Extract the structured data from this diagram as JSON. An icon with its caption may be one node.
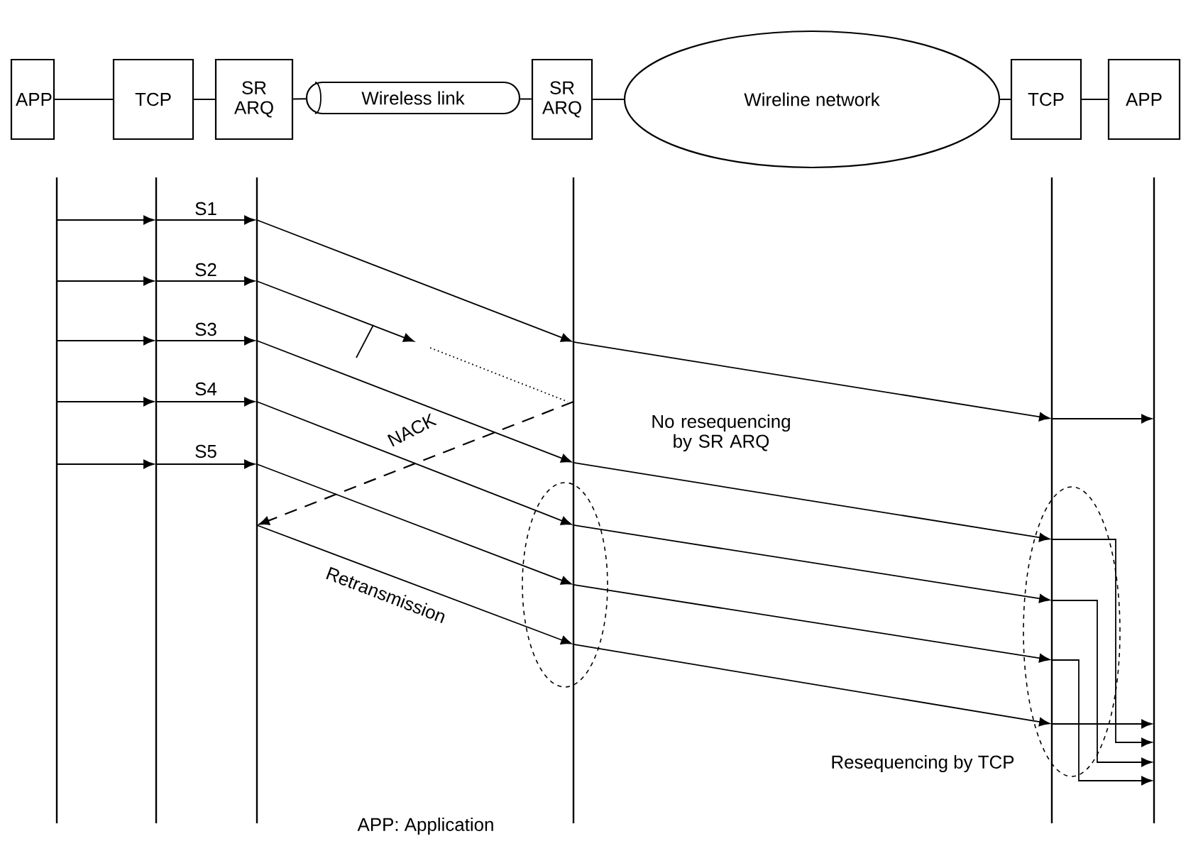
{
  "diagram": {
    "nodes": [
      {
        "text": [
          "APP"
        ]
      },
      {
        "text": [
          "TCP"
        ]
      },
      {
        "text": [
          "SR ARQ"
        ]
      },
      {
        "text": [
          "Wireless link"
        ]
      },
      {
        "text": [
          "SR ARQ"
        ]
      },
      {
        "text": [
          "Wireline network"
        ]
      },
      {
        "text": [
          "TCP"
        ]
      },
      {
        "text": [
          "APP"
        ]
      },
      {
        "text": [],
        "shape": "ellipse",
        "beside": [
          "No resequencing by SR ARQ"
        ]
      },
      {
        "text": [],
        "shape": "ellipse",
        "beside": [
          "Resequencing by TCP"
        ]
      }
    ],
    "edges": [
      {
        "from": 0,
        "to": 1,
        "arrow": "none"
      },
      {
        "from": 1,
        "to": 2,
        "arrow": "none"
      },
      {
        "from": 2,
        "to": 3,
        "arrow": "none"
      },
      {
        "from": 3,
        "to": 4,
        "arrow": "none"
      },
      {
        "from": 4,
        "to": 5,
        "arrow": "none"
      },
      {
        "from": 5,
        "to": 6,
        "arrow": "none"
      },
      {
        "from": 6,
        "to": 7,
        "arrow": "none"
      }
    ],
    "labels": [
      "S1",
      "S2",
      "S3",
      "S4",
      "S5",
      "NACK",
      "Retransmission",
      "APP: Application"
    ]
  }
}
